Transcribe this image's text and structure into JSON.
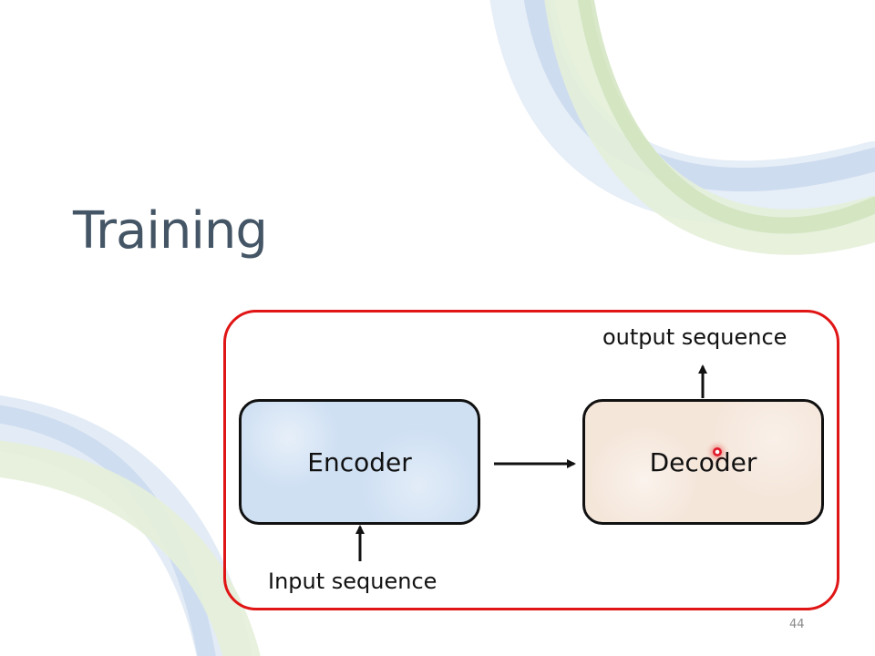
{
  "slide": {
    "title": "Training",
    "page_number": "44"
  },
  "diagram": {
    "encoder_label": "Encoder",
    "decoder_label": "Decoder",
    "input_label": "Input sequence",
    "output_label": "output sequence"
  },
  "colors": {
    "title": "#445566",
    "frame_border": "#e01515",
    "encoder_fill": "#cfe0f3",
    "decoder_fill": "#f5e6da",
    "box_border": "#111111",
    "pointer": "#e01a2a"
  },
  "icons": {
    "pointer": "laser-pointer-icon"
  }
}
